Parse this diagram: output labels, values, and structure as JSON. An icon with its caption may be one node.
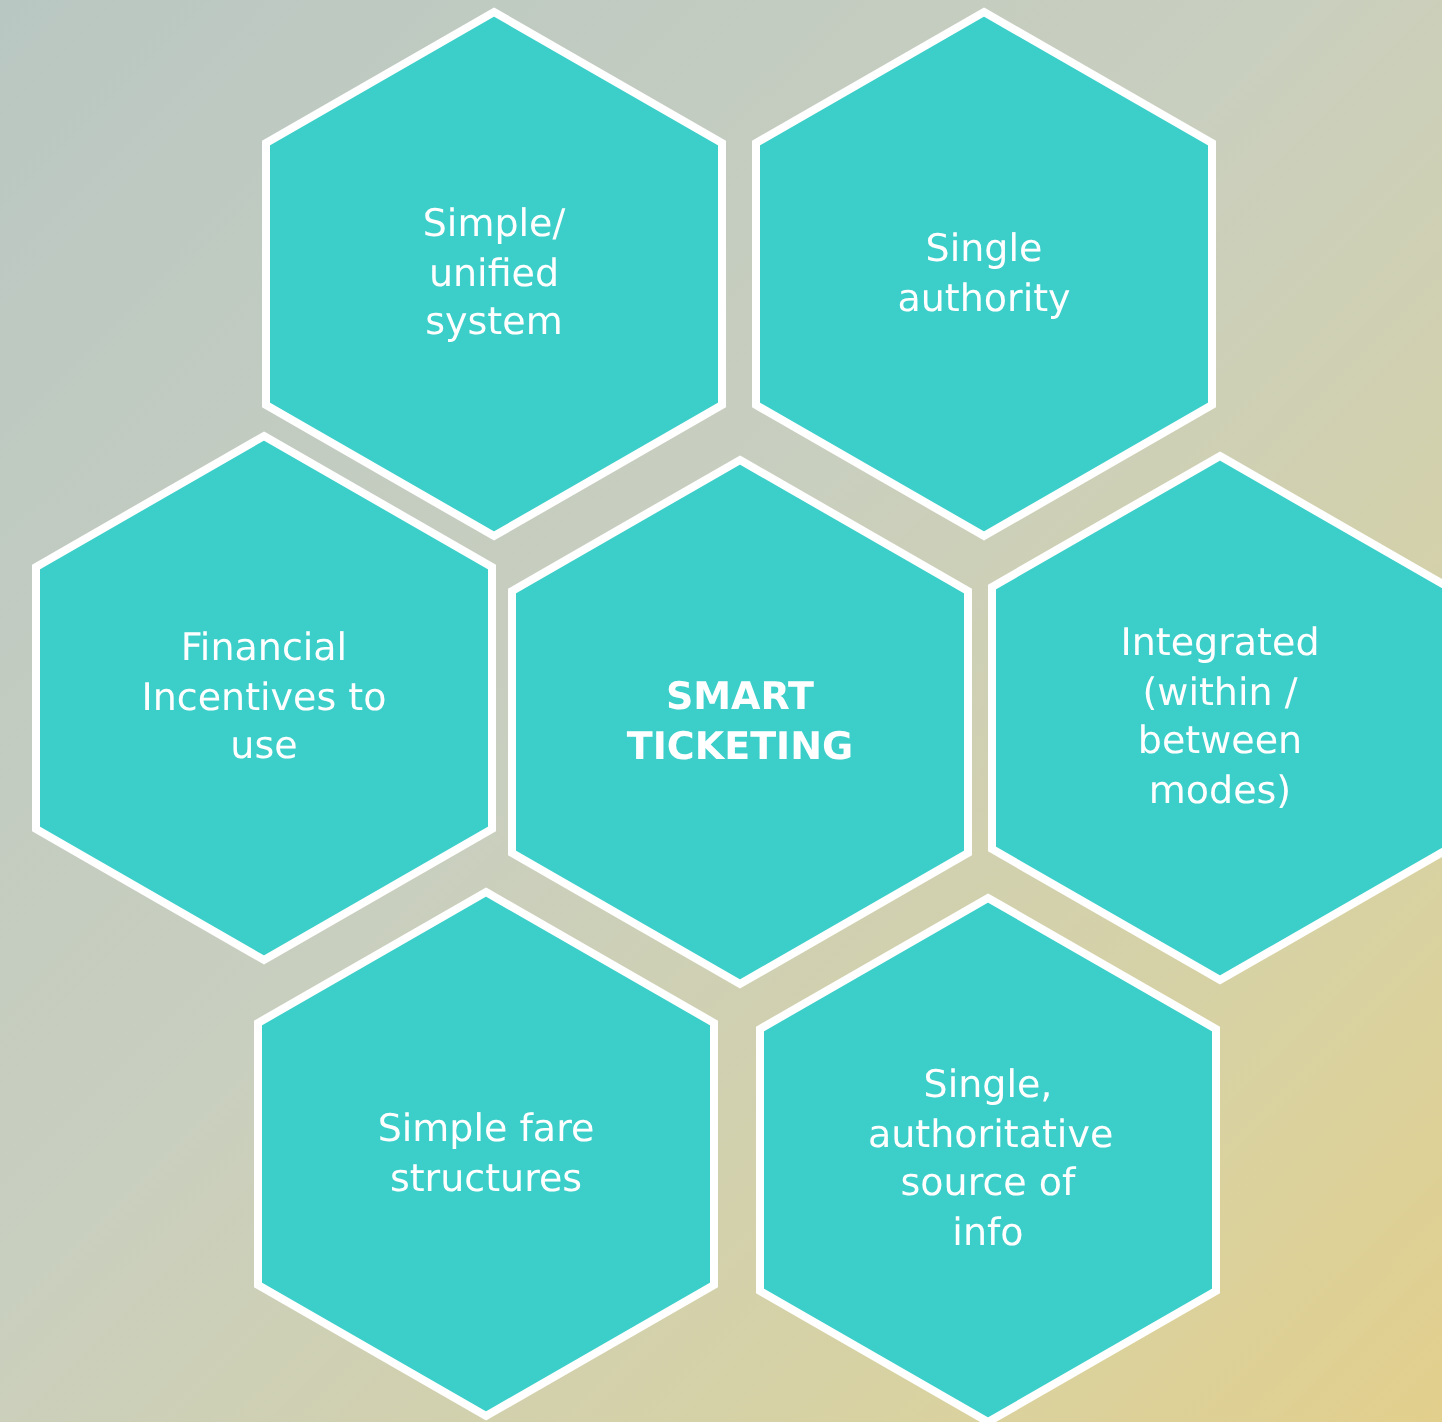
{
  "diagram": {
    "nodes": [
      {
        "text": [
          "Simple/ unified system"
        ]
      },
      {
        "text": [
          "Single authority"
        ]
      },
      {
        "text": [
          "Financial Incentives to use"
        ]
      },
      {
        "text": [
          "SMART TICKETING"
        ]
      },
      {
        "text": [
          "Integrated (within / between modes)"
        ]
      },
      {
        "text": [
          "Simple fare structures"
        ]
      },
      {
        "text": [
          "Single, authoritative source of info"
        ]
      }
    ]
  }
}
